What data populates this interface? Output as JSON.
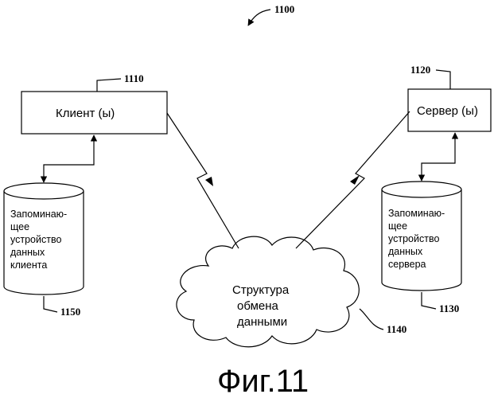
{
  "figure": {
    "ref": "1100",
    "caption": "Фиг.11"
  },
  "client": {
    "ref": "1110",
    "label": "Клиент (ы)"
  },
  "server": {
    "ref": "1120",
    "label": "Сервер (ы)"
  },
  "client_store": {
    "ref": "1150",
    "lines": [
      "Запоминаю-",
      "щее",
      "устройство",
      "данных",
      "клиента"
    ]
  },
  "server_store": {
    "ref": "1130",
    "lines": [
      "Запоминаю-",
      "щее",
      "устройство",
      "данных",
      "сервера"
    ]
  },
  "network": {
    "ref": "1140",
    "lines": [
      "Структура",
      "обмена",
      "данными"
    ]
  }
}
